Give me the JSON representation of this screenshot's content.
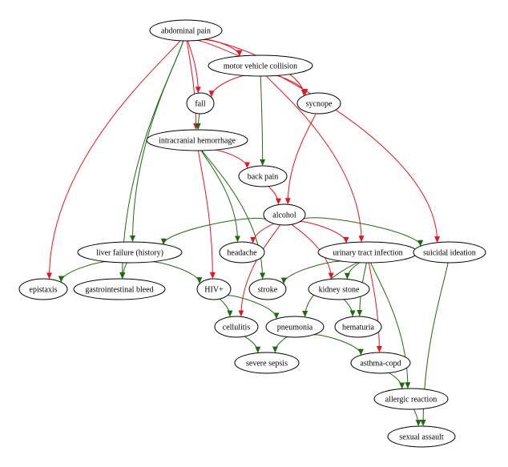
{
  "colors": {
    "red": "#e8141b",
    "green": "#1e6b0f",
    "node_stroke": "#000000",
    "node_fill": "#ffffff",
    "text": "#000000"
  },
  "nodes": [
    {
      "id": "abdominal_pain",
      "label": "abdominal pain"
    },
    {
      "id": "motor_vehicle_collision",
      "label": "motor vehicle collision"
    },
    {
      "id": "fall",
      "label": "fall"
    },
    {
      "id": "sycnope",
      "label": "sycnope"
    },
    {
      "id": "intracranial_hemorrhage",
      "label": "intracranial hemorrhage"
    },
    {
      "id": "back_pain",
      "label": "back pain"
    },
    {
      "id": "alcohol",
      "label": "alcohol"
    },
    {
      "id": "liver_failure",
      "label": "liver failure (history)"
    },
    {
      "id": "headache",
      "label": "headache"
    },
    {
      "id": "uti",
      "label": "urinary tract infection"
    },
    {
      "id": "suicidal_ideation",
      "label": "suicidal ideation"
    },
    {
      "id": "epistaxis",
      "label": "epistaxis"
    },
    {
      "id": "gi_bleed",
      "label": "gastrointestinal bleed"
    },
    {
      "id": "hiv",
      "label": "HIV+"
    },
    {
      "id": "stroke",
      "label": "stroke"
    },
    {
      "id": "kidney_stone",
      "label": "kidney stone"
    },
    {
      "id": "cellulitis",
      "label": "cellulitis"
    },
    {
      "id": "pneumonia",
      "label": "pneumonia"
    },
    {
      "id": "hematuria",
      "label": "hematuria"
    },
    {
      "id": "severe_sepsis",
      "label": "severe sepsis"
    },
    {
      "id": "asthma_copd",
      "label": "asthma-copd"
    },
    {
      "id": "allergic_reaction",
      "label": "allergic reaction"
    },
    {
      "id": "sexual_assault",
      "label": "sexual assault"
    }
  ],
  "edges": [
    {
      "from": "abdominal_pain",
      "to": "motor_vehicle_collision",
      "color": "red"
    },
    {
      "from": "abdominal_pain",
      "to": "fall",
      "color": "red"
    },
    {
      "from": "abdominal_pain",
      "to": "sycnope",
      "color": "red"
    },
    {
      "from": "abdominal_pain",
      "to": "intracranial_hemorrhage",
      "color": "red"
    },
    {
      "from": "abdominal_pain",
      "to": "epistaxis",
      "color": "red"
    },
    {
      "from": "abdominal_pain",
      "to": "gi_bleed",
      "color": "green"
    },
    {
      "from": "abdominal_pain",
      "to": "liver_failure",
      "color": "green"
    },
    {
      "from": "abdominal_pain",
      "to": "suicidal_ideation",
      "color": "red"
    },
    {
      "from": "motor_vehicle_collision",
      "to": "fall",
      "color": "red"
    },
    {
      "from": "motor_vehicle_collision",
      "to": "sycnope",
      "color": "red"
    },
    {
      "from": "motor_vehicle_collision",
      "to": "back_pain",
      "color": "green"
    },
    {
      "from": "motor_vehicle_collision",
      "to": "uti",
      "color": "red"
    },
    {
      "from": "fall",
      "to": "intracranial_hemorrhage",
      "color": "green"
    },
    {
      "from": "sycnope",
      "to": "alcohol",
      "color": "red"
    },
    {
      "from": "intracranial_hemorrhage",
      "to": "back_pain",
      "color": "red"
    },
    {
      "from": "intracranial_hemorrhage",
      "to": "headache",
      "color": "green"
    },
    {
      "from": "intracranial_hemorrhage",
      "to": "hiv",
      "color": "red"
    },
    {
      "from": "intracranial_hemorrhage",
      "to": "stroke",
      "color": "green"
    },
    {
      "from": "back_pain",
      "to": "alcohol",
      "color": "red"
    },
    {
      "from": "alcohol",
      "to": "liver_failure",
      "color": "green"
    },
    {
      "from": "alcohol",
      "to": "headache",
      "color": "red"
    },
    {
      "from": "alcohol",
      "to": "uti",
      "color": "red"
    },
    {
      "from": "alcohol",
      "to": "suicidal_ideation",
      "color": "green"
    },
    {
      "from": "alcohol",
      "to": "kidney_stone",
      "color": "red"
    },
    {
      "from": "alcohol",
      "to": "cellulitis",
      "color": "red"
    },
    {
      "from": "liver_failure",
      "to": "epistaxis",
      "color": "green"
    },
    {
      "from": "liver_failure",
      "to": "gi_bleed",
      "color": "green"
    },
    {
      "from": "liver_failure",
      "to": "hiv",
      "color": "green"
    },
    {
      "from": "uti",
      "to": "stroke",
      "color": "green"
    },
    {
      "from": "uti",
      "to": "kidney_stone",
      "color": "green"
    },
    {
      "from": "uti",
      "to": "pneumonia",
      "color": "green"
    },
    {
      "from": "uti",
      "to": "hematuria",
      "color": "green"
    },
    {
      "from": "uti",
      "to": "asthma_copd",
      "color": "red"
    },
    {
      "from": "uti",
      "to": "allergic_reaction",
      "color": "green"
    },
    {
      "from": "suicidal_ideation",
      "to": "sexual_assault",
      "color": "green"
    },
    {
      "from": "hiv",
      "to": "cellulitis",
      "color": "green"
    },
    {
      "from": "hiv",
      "to": "pneumonia",
      "color": "green"
    },
    {
      "from": "kidney_stone",
      "to": "hematuria",
      "color": "green"
    },
    {
      "from": "cellulitis",
      "to": "severe_sepsis",
      "color": "green"
    },
    {
      "from": "pneumonia",
      "to": "severe_sepsis",
      "color": "green"
    },
    {
      "from": "pneumonia",
      "to": "asthma_copd",
      "color": "green"
    },
    {
      "from": "asthma_copd",
      "to": "allergic_reaction",
      "color": "green"
    },
    {
      "from": "allergic_reaction",
      "to": "sexual_assault",
      "color": "green"
    }
  ]
}
